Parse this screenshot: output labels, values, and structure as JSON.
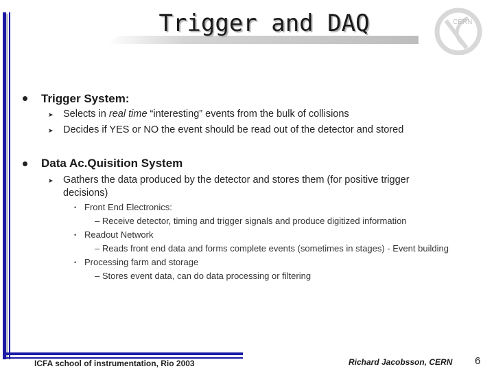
{
  "slide": {
    "title": "Trigger and DAQ",
    "logo_text": "CERN",
    "sections": [
      {
        "heading": "Trigger System:",
        "items": [
          {
            "pre": "Selects in ",
            "em": "real time",
            "post": " “interesting” events from the bulk of collisions"
          },
          {
            "text": "Decides if YES or NO the event should be read out of the detector and stored"
          }
        ]
      },
      {
        "heading": "Data Ac.Quisition System",
        "items": [
          {
            "line1": "Gathers the data produced by the detector and stores them (for positive trigger",
            "line2": "decisions)"
          }
        ],
        "subitems": [
          {
            "label": "Front End Electronics:",
            "detail": "– Receive detector, timing and trigger signals and produce digitized information"
          },
          {
            "label": "Readout Network",
            "detail": "– Reads front end data and forms complete events (sometimes in stages) - Event building"
          },
          {
            "label": "Processing farm and storage",
            "detail": "– Stores event data, can do data processing or filtering"
          }
        ]
      }
    ],
    "footer_left": "ICFA school of instrumentation, Rio 2003",
    "footer_right": "Richard Jacobsson, CERN",
    "page_number": "6"
  },
  "colors": {
    "accent_bar": "#1a1aa6"
  },
  "icons": {
    "level1": "filled-circle",
    "level2": "chevron-right",
    "level3": "small-square"
  }
}
